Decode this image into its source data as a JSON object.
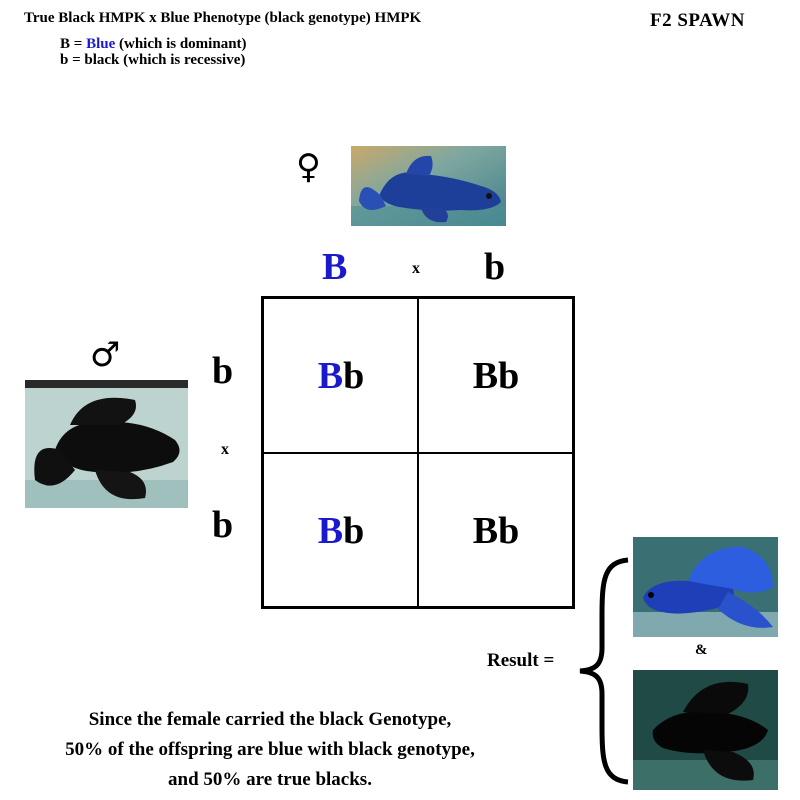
{
  "header": {
    "title": "True Black HMPK x Blue Phenotype (black genotype) HMPK",
    "spawn_label": "F2  SPAWN",
    "key": {
      "line1_prefix": "B = ",
      "line1_blue_word": "Blue",
      "line1_suffix": " (which is dominant)",
      "line2": "b = black (which is recessive)"
    }
  },
  "parents": {
    "female_symbol": "♀",
    "male_symbol": "♂",
    "female_photo_icon": "blue-betta-fish-photo",
    "male_photo_icon": "black-betta-fish-photo"
  },
  "punnett": {
    "top_alleles": [
      "B",
      "b"
    ],
    "top_cross": "x",
    "left_alleles": [
      "b",
      "b"
    ],
    "left_cross": "x",
    "cells": [
      [
        {
          "first": "B",
          "second": "b",
          "first_blue": true
        },
        {
          "first": "B",
          "second": "b",
          "first_blue": false
        }
      ],
      [
        {
          "first": "B",
          "second": "b",
          "first_blue": true
        },
        {
          "first": "B",
          "second": "b",
          "first_blue": false
        }
      ]
    ]
  },
  "result": {
    "label": "Result =",
    "ampersand": "&",
    "blue_photo_icon": "blue-betta-fish-photo",
    "black_photo_icon": "black-betta-fish-photo"
  },
  "conclusion": {
    "line1": "Since the female carried the black Genotype,",
    "line2": "50% of the offspring are blue with black genotype,",
    "line3": "and 50% are true blacks."
  },
  "colors": {
    "blue_allele": "#1a1acc",
    "text": "#000000",
    "background": "#ffffff"
  }
}
